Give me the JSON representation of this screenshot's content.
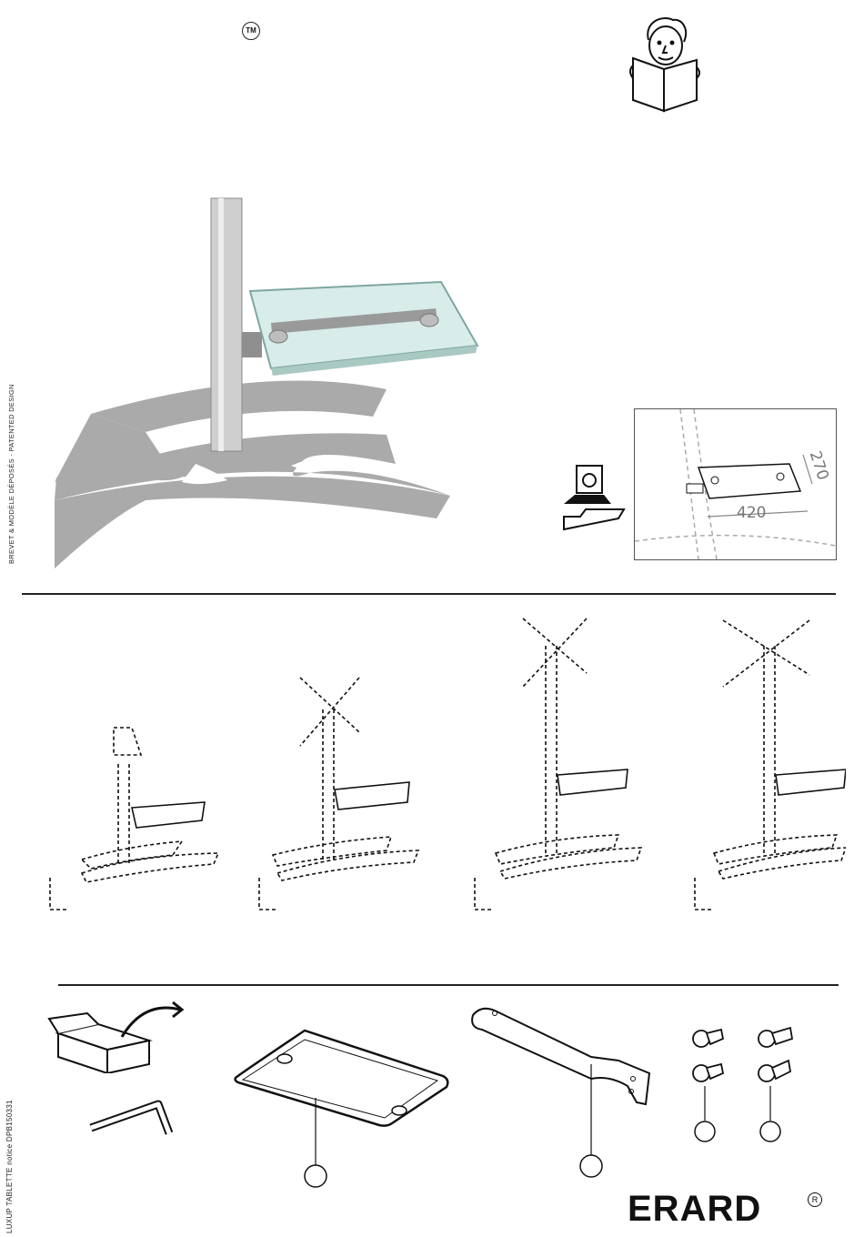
{
  "header": {
    "trademark_symbol": "TM"
  },
  "side_texts": {
    "patent": "BREVET & MODÈLE DÉPOSÉS - PATENTED DESIGN",
    "notice": "LUXUP TABLETTE notice DPB150331"
  },
  "dimensions": {
    "width": "420",
    "depth": "270"
  },
  "brand": {
    "name": "ERARD",
    "registered": "R"
  },
  "colors": {
    "base": "#aaaaaa",
    "pole": "#d0d0d0",
    "glass": "#cfe6e2",
    "line": "#222222"
  }
}
